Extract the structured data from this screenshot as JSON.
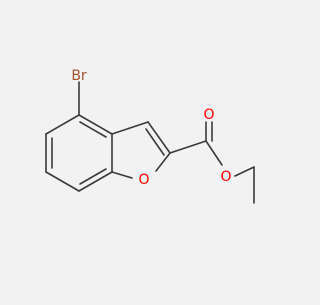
{
  "molecule": {
    "atom_labels": {
      "bromine": "Br",
      "ring_oxygen": "O",
      "carbonyl_oxygen": "O",
      "ester_oxygen": "O"
    }
  },
  "colors": {
    "background": "#f2f2f2",
    "bond": "#3a3a3a",
    "bromine": "#a0522d",
    "oxygen": "#ff0000"
  }
}
